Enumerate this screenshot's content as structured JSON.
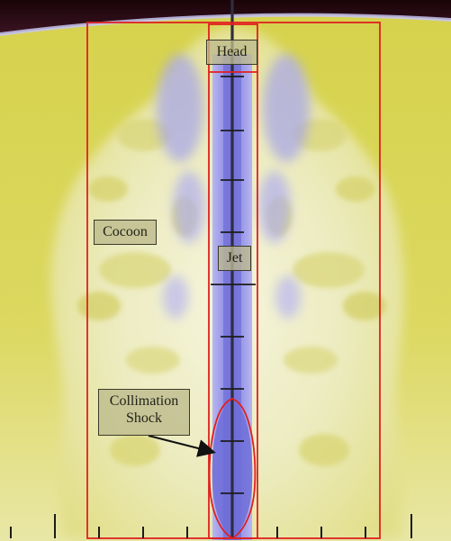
{
  "labels": {
    "head": "Head",
    "cocoon": "Cocoon",
    "jet": "Jet",
    "collimation_shock": "Collimation\nShock"
  },
  "colors": {
    "ambient": "#d2cf4a",
    "cocoon_fill": "#efeec8",
    "jet_core": "#8a88e8",
    "jet_axis": "#2e2e40",
    "outline": "#e02020",
    "top_dark": "#2b0a10",
    "tick": "#1c1c1c"
  },
  "icons": {
    "arrow": "arrow-icon"
  }
}
